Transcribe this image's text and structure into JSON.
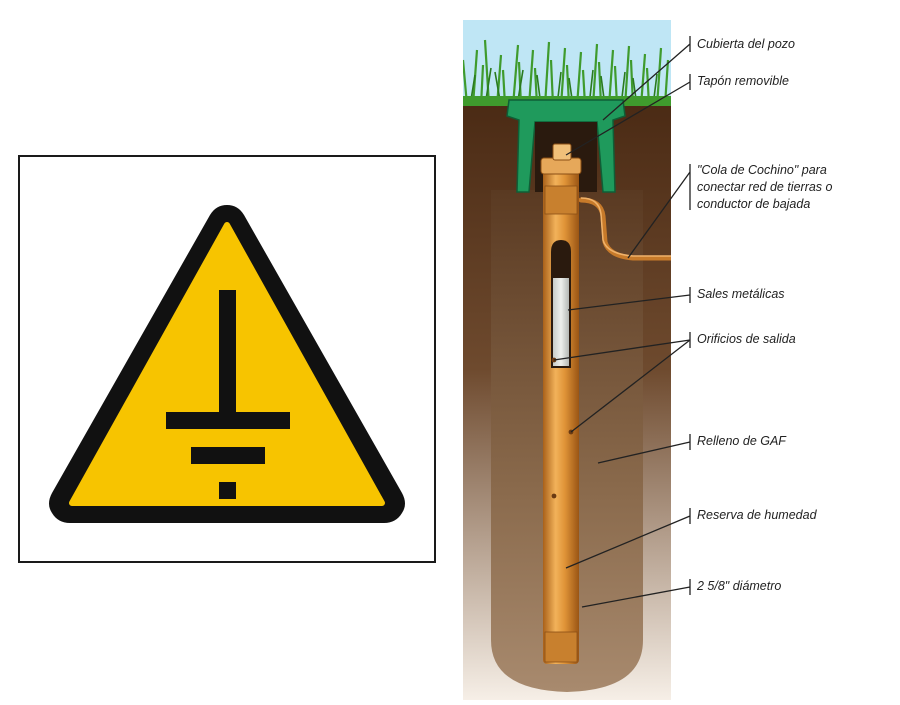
{
  "colors": {
    "sign_yellow": "#f7c400",
    "sign_black": "#111111",
    "sky": "#bfe6f5",
    "grass": "#3f9b2d",
    "soil_dark": "#4a2a14",
    "cover_green": "#1f9a5c",
    "copper": "#d88b2e",
    "backfill": "#7b5a3d"
  },
  "icons": {
    "sign": "ground-warning-triangle-icon"
  },
  "labels": {
    "cubierta": "Cubierta del pozo",
    "tapon": "Tapón removible",
    "cola_1": "\"Cola de Cochino\" para",
    "cola_2": "conectar red de tierras o",
    "cola_3": "conductor de bajada",
    "sales": "Sales metálicas",
    "orificios": "Orificios de salida",
    "relleno": "Relleno de GAF",
    "reserva": "Reserva de humedad",
    "diametro": "2 5/8\" diámetro"
  }
}
